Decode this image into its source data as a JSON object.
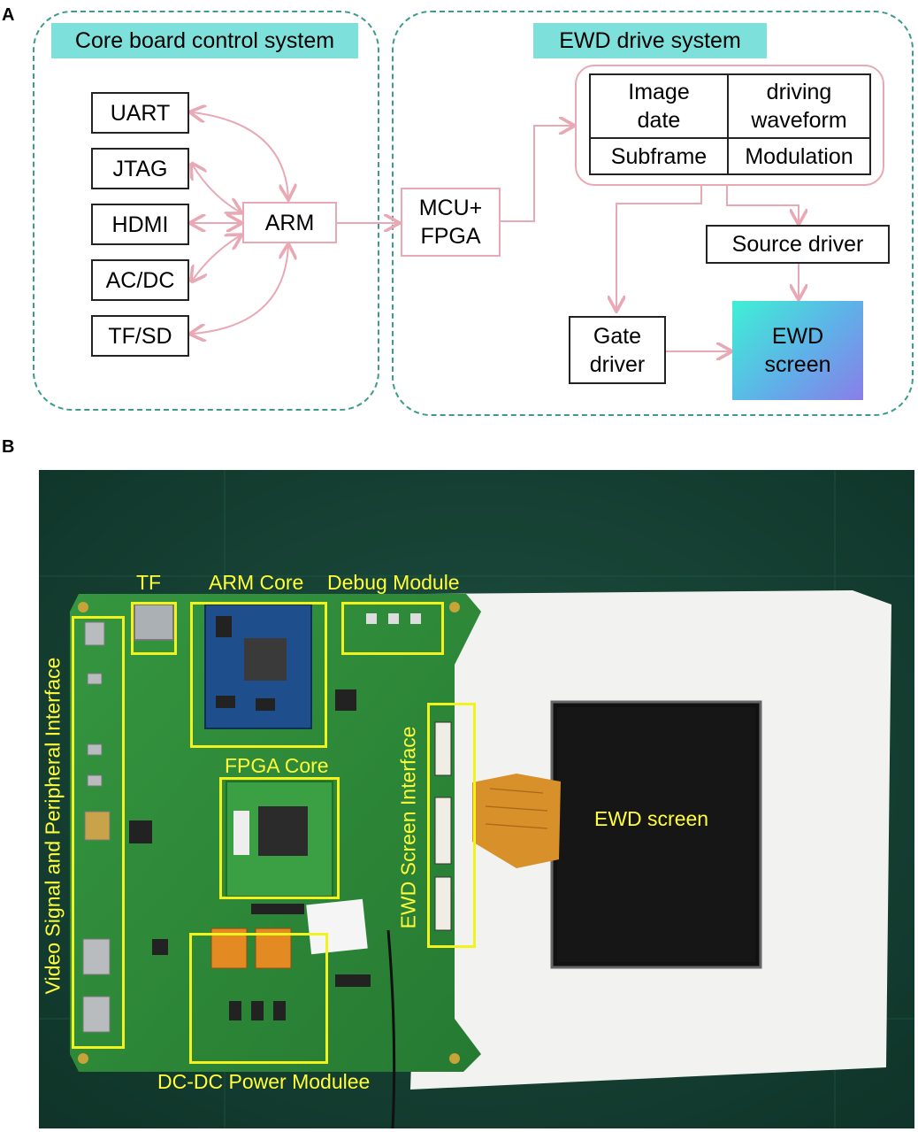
{
  "panel_a": {
    "letter": "A",
    "core_title": "Core board control system",
    "ewd_title": "EWD drive system",
    "interfaces": [
      "UART",
      "JTAG",
      "HDMI",
      "AC/DC",
      "TF/SD"
    ],
    "arm": "ARM",
    "mcu_line1": "MCU+",
    "mcu_line2": "FPGA",
    "grid": {
      "image_l1": "Image",
      "image_l2": "date",
      "driving_l1": "driving",
      "driving_l2": "waveform",
      "subframe": "Subframe",
      "modulation": "Modulation"
    },
    "source_driver": "Source driver",
    "gate_l1": "Gate",
    "gate_l2": "driver",
    "screen_l1": "EWD",
    "screen_l2": "screen"
  },
  "panel_b": {
    "letter": "B",
    "labels": {
      "tf": "TF",
      "arm_core": "ARM Core",
      "debug": "Debug Module",
      "video": "Video Signal and Peripheral Interface",
      "fpga": "FPGA Core",
      "ewd_interface": "EWD Screen Interface",
      "ewd_screen": "EWD screen",
      "dcdc": "DC-DC Power Modulee"
    }
  },
  "colors": {
    "frame_dashed": "#3e9b8c",
    "title_fill": "#7ee0da",
    "arrow_pink": "#e8a9b4",
    "label_yellow": "#ffff3a",
    "pcb_green": "#2f8a3a"
  }
}
